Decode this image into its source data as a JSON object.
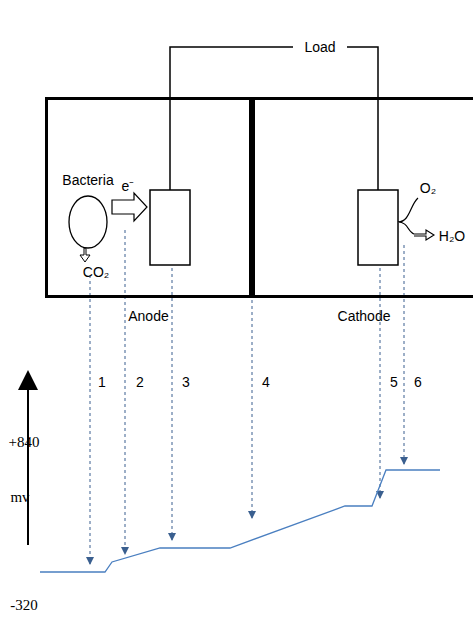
{
  "diagram": {
    "nodes": [
      {
        "text": [
          "Anode"
        ]
      },
      {
        "text": [
          "Cathode"
        ]
      },
      {
        "text": [
          "Bacteria"
        ],
        "in": 0
      }
    ],
    "labels": [
      "Load",
      "e⁻",
      "CO₂",
      "O₂",
      "H₂O",
      "1",
      "2",
      "3",
      "4",
      "5",
      "6",
      "+840",
      "mv",
      "-320"
    ]
  }
}
